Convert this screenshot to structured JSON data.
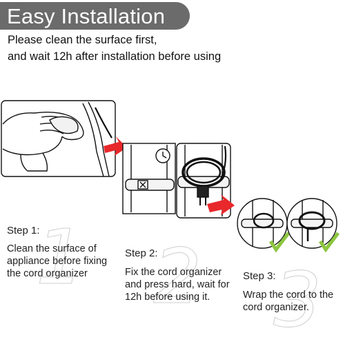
{
  "banner": {
    "title": "Easy Installation",
    "color": "#6b6b6b"
  },
  "instructions": {
    "line1": "Please clean the surface first,",
    "line2": "and  wait 12h after installation before using"
  },
  "steps": [
    {
      "title": "Step 1:",
      "description": "Clean the surface of appliance before fixing the cord organizer",
      "number": "1"
    },
    {
      "title": "Step 2:",
      "description": "Fix the cord organizer and press hard, wait for 12h before using it.",
      "number": "2"
    },
    {
      "title": "Step 3:",
      "description": "Wrap the cord to the cord organizer.",
      "number": "3"
    }
  ],
  "colors": {
    "arrow": "#e8282b",
    "check": "#8cc63f",
    "line": "#111111"
  },
  "icons": [
    "hand-illustration",
    "clock-icon",
    "cord-organizer-illustration",
    "check-icon"
  ]
}
